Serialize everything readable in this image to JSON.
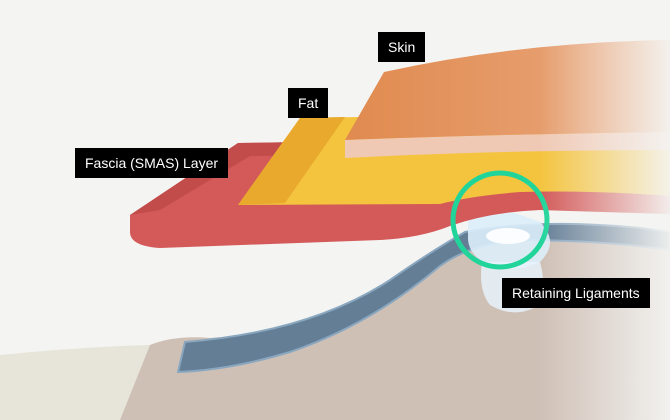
{
  "labels": {
    "skin": "Skin",
    "fat": "Fat",
    "fascia": "Fascia (SMAS) Layer",
    "retaining": "Retaining Ligaments"
  },
  "colors": {
    "background": "#f4f4f2",
    "skin": "#e3935c",
    "skin_underside": "#f0c9b5",
    "fat": "#f4c43f",
    "fascia": "#d35a59",
    "muscle": "#cfc0b6",
    "bone": "#647e96",
    "ligament": "#dceefa",
    "highlight_circle": "#21d49a",
    "label_bg": "#000000",
    "label_text": "#ffffff"
  }
}
